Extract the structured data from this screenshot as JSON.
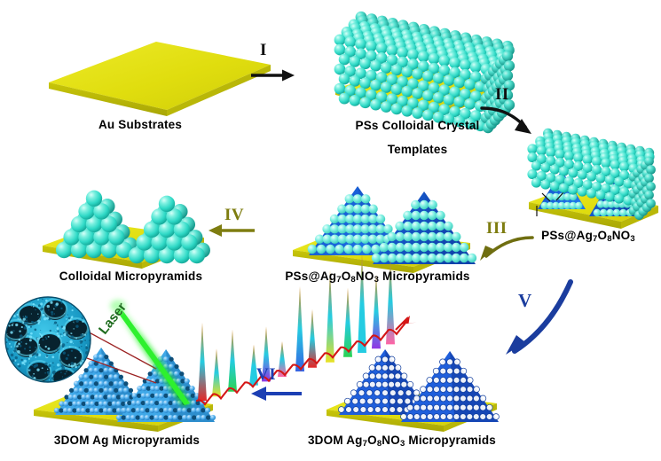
{
  "figure": {
    "type": "process-schematic",
    "title_visible": false,
    "background": "#ffffff",
    "palette": {
      "gold_substrate": "#e3e010",
      "gold_substrate_edge": "#c9c70c",
      "ps_sphere_cyan": "#35e0cf",
      "ps_sphere_cyan_light": "#8ff2e6",
      "silver_oxide_blue": "#1b63e0",
      "silver_oxide_blue_dark": "#1140a8",
      "dom_ag_blue": "#3aa9ec",
      "laser_green": "#22dd22",
      "spectrum_red": "#d41616",
      "arrow_black": "#111111",
      "arrow_olive": "#7e7d10",
      "arrow_navy": "#1b3d9e"
    }
  },
  "steps": [
    {
      "numeral": "I",
      "color": "#111111",
      "direction": "right",
      "from": "Au Substrates",
      "to": "PSs Colloidal Crystal Templates"
    },
    {
      "numeral": "II",
      "color": "#111111",
      "direction": "down-right",
      "from": "PSs Colloidal Crystal Templates",
      "to": "PSs@Ag7O8NO3"
    },
    {
      "numeral": "III",
      "color": "#7e7d10",
      "direction": "down-left",
      "from": "PSs@Ag7O8NO3",
      "to": "PSs@Ag7O8NO3 Micropyramids"
    },
    {
      "numeral": "IV",
      "color": "#7e7d10",
      "direction": "left",
      "from": "PSs@Ag7O8NO3 Micropyramids",
      "to": "Colloidal  Micropyramids"
    },
    {
      "numeral": "V",
      "color": "#1b3d9e",
      "direction": "down-left",
      "from": "PSs@Ag7O8NO3 Micropyramids",
      "to": "3DOM Ag7O8NO3 Micropyramids"
    },
    {
      "numeral": "VI",
      "color": "#1c3fb4",
      "direction": "left",
      "from": "3DOM Ag7O8NO3 Micropyramids",
      "to": "3DOM Ag Micropyramids"
    }
  ],
  "labels": {
    "au_substrates": "Au Substrates",
    "ps_templates_line1": "PSs Colloidal Crystal",
    "ps_templates_line2": "Templates",
    "pss_ag_block": {
      "pre": "PSs@Ag",
      "sub1": "7",
      "mid1": "O",
      "sub2": "8",
      "mid2": "NO",
      "sub3": "3",
      "post": ""
    },
    "pss_ag_pyramids": {
      "pre": "PSs@Ag",
      "sub1": "7",
      "mid1": "O",
      "sub2": "8",
      "mid2": "NO",
      "sub3": "3",
      "post": " Micropyramids"
    },
    "colloidal_pyramids": "Colloidal  Micropyramids",
    "dom_ag_oxide_pyramids": {
      "pre": "3DOM Ag",
      "sub1": "7",
      "mid1": "O",
      "sub2": "8",
      "mid2": "NO",
      "sub3": "3",
      "post": " Micropyramids"
    },
    "dom_ag_pyramids": "3DOM Ag Micropyramids",
    "laser": "Laser"
  },
  "numerals": {
    "i": "I",
    "ii": "II",
    "iii": "III",
    "iv": "IV",
    "v": "V",
    "vi": "VI"
  },
  "annotations": {
    "sem_inset": "circular SEM inset of 3DOM porous film",
    "raman_spectrum": "multicolour Raman spectrum peaks emitted from pyramid",
    "laser_beam": "green excitation laser beam"
  }
}
